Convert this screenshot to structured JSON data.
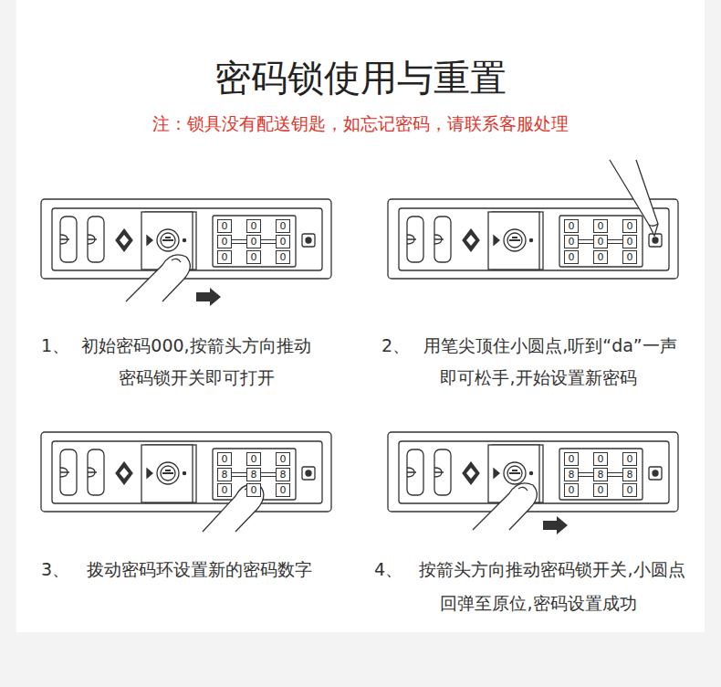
{
  "diagram": {
    "title": "密码锁使用与重置",
    "nodes": [
      {
        "text": [
          "0"
        ]
      },
      {
        "text": [
          "0"
        ]
      },
      {
        "text": [
          "0"
        ]
      },
      {
        "text": [
          "0"
        ]
      },
      {
        "text": [
          "0"
        ]
      },
      {
        "text": [
          "0"
        ]
      },
      {
        "text": [
          "0"
        ]
      },
      {
        "text": [
          "0"
        ]
      },
      {
        "text": [
          "0"
        ]
      },
      {
        "text": [
          "0"
        ]
      },
      {
        "text": [
          "0"
        ]
      },
      {
        "text": [
          "0"
        ]
      },
      {
        "text": [
          "0"
        ]
      },
      {
        "text": [
          "0"
        ]
      },
      {
        "text": [
          "0"
        ]
      },
      {
        "text": [
          "0"
        ]
      },
      {
        "text": [
          "0"
        ]
      },
      {
        "text": [
          "0"
        ]
      },
      {
        "text": [
          "0"
        ]
      },
      {
        "text": [
          "0"
        ]
      },
      {
        "text": [
          "0"
        ]
      },
      {
        "text": [
          "8"
        ]
      },
      {
        "text": [
          "8"
        ]
      },
      {
        "text": [
          "8"
        ]
      },
      {
        "text": [
          "0"
        ]
      },
      {
        "text": [
          "0"
        ]
      },
      {
        "text": [
          "0"
        ]
      },
      {
        "text": [
          "0"
        ]
      },
      {
        "text": [
          "0"
        ]
      },
      {
        "text": [
          "0"
        ]
      },
      {
        "text": [
          "8"
        ]
      },
      {
        "text": [
          "8"
        ]
      },
      {
        "text": [
          "8"
        ]
      },
      {
        "text": [
          "0"
        ]
      },
      {
        "text": [
          "0"
        ]
      },
      {
        "text": [
          "0"
        ]
      }
    ],
    "edges": [
      {
        "from": 3,
        "to": 4,
        "arrow": "none"
      },
      {
        "from": 4,
        "to": 5,
        "arrow": "none"
      },
      {
        "from": 12,
        "to": 13,
        "arrow": "none"
      },
      {
        "from": 13,
        "to": 14,
        "arrow": "none"
      },
      {
        "from": 21,
        "to": 22,
        "arrow": "none"
      },
      {
        "from": 22,
        "to": 23,
        "arrow": "none"
      },
      {
        "from": 30,
        "to": 31,
        "arrow": "none"
      },
      {
        "from": 31,
        "to": 32,
        "arrow": "none"
      }
    ],
    "labels": [
      "注：锁具没有配送钥匙，如忘记密码，请联系客服处理",
      "1、",
      "初始密码000,按箭头方向推动",
      "密码锁开关即可打开",
      "2、",
      "用笔尖顶住小圆点,听到“da”一声",
      "即可松手,开始设置新密码",
      "3、",
      "拨动密码环设置新的密码数字",
      "4、",
      "按箭头方向推动密码锁开关,小圆点",
      "回弹至原位,密码设置成功"
    ]
  }
}
